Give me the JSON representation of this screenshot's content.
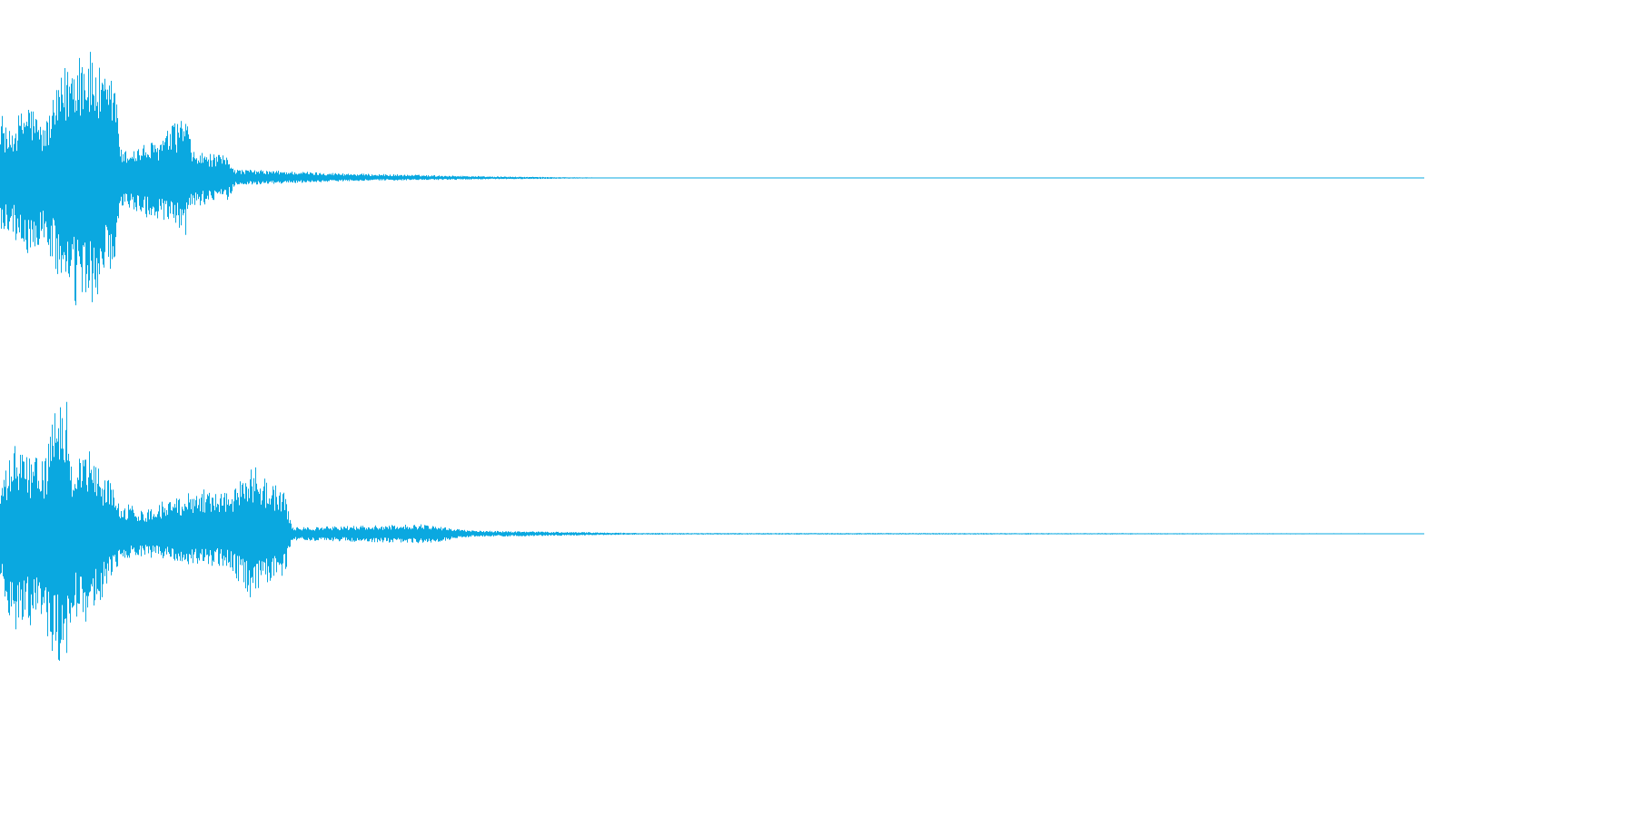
{
  "colors": {
    "waveform": "#0aa8e0",
    "background": "#ffffff"
  },
  "chart_data": {
    "type": "area",
    "title": "",
    "xlabel": "",
    "ylabel": "",
    "ylim": [
      -1,
      1
    ],
    "x_domain": [
      0,
      1
    ],
    "grid": false,
    "legend": "none",
    "series": [
      {
        "channel": 1,
        "envelope": {
          "x": [
            0,
            0.005,
            0.02,
            0.03,
            0.045,
            0.055,
            0.065,
            0.075,
            0.08,
            0.085,
            0.09,
            0.11,
            0.13,
            0.135,
            0.16,
            0.165,
            0.25,
            0.35,
            0.42,
            1.0
          ],
          "max": [
            0.5,
            0.3,
            0.55,
            0.35,
            0.75,
            0.95,
            0.85,
            0.65,
            0.75,
            0.18,
            0.2,
            0.25,
            0.45,
            0.18,
            0.15,
            0.06,
            0.03,
            0.01,
            0.003,
            0.003
          ],
          "min": [
            -0.45,
            -0.35,
            -0.55,
            -0.45,
            -0.8,
            -0.95,
            -0.85,
            -0.7,
            -0.75,
            -0.2,
            -0.22,
            -0.3,
            -0.4,
            -0.2,
            -0.15,
            -0.05,
            -0.02,
            -0.01,
            -0.003,
            -0.003
          ]
        }
      },
      {
        "channel": 2,
        "envelope": {
          "x": [
            0,
            0.01,
            0.03,
            0.045,
            0.05,
            0.06,
            0.075,
            0.085,
            0.1,
            0.14,
            0.16,
            0.175,
            0.2,
            0.205,
            0.3,
            0.33,
            0.45,
            1.0
          ],
          "max": [
            0.3,
            0.55,
            0.45,
            1.0,
            0.45,
            0.55,
            0.35,
            0.2,
            0.15,
            0.3,
            0.25,
            0.45,
            0.25,
            0.04,
            0.06,
            0.02,
            0.005,
            0.003
          ],
          "min": [
            -0.35,
            -0.6,
            -0.55,
            -0.98,
            -0.5,
            -0.55,
            -0.35,
            -0.15,
            -0.15,
            -0.2,
            -0.2,
            -0.4,
            -0.25,
            -0.04,
            -0.06,
            -0.02,
            -0.005,
            -0.003
          ]
        }
      }
    ]
  }
}
